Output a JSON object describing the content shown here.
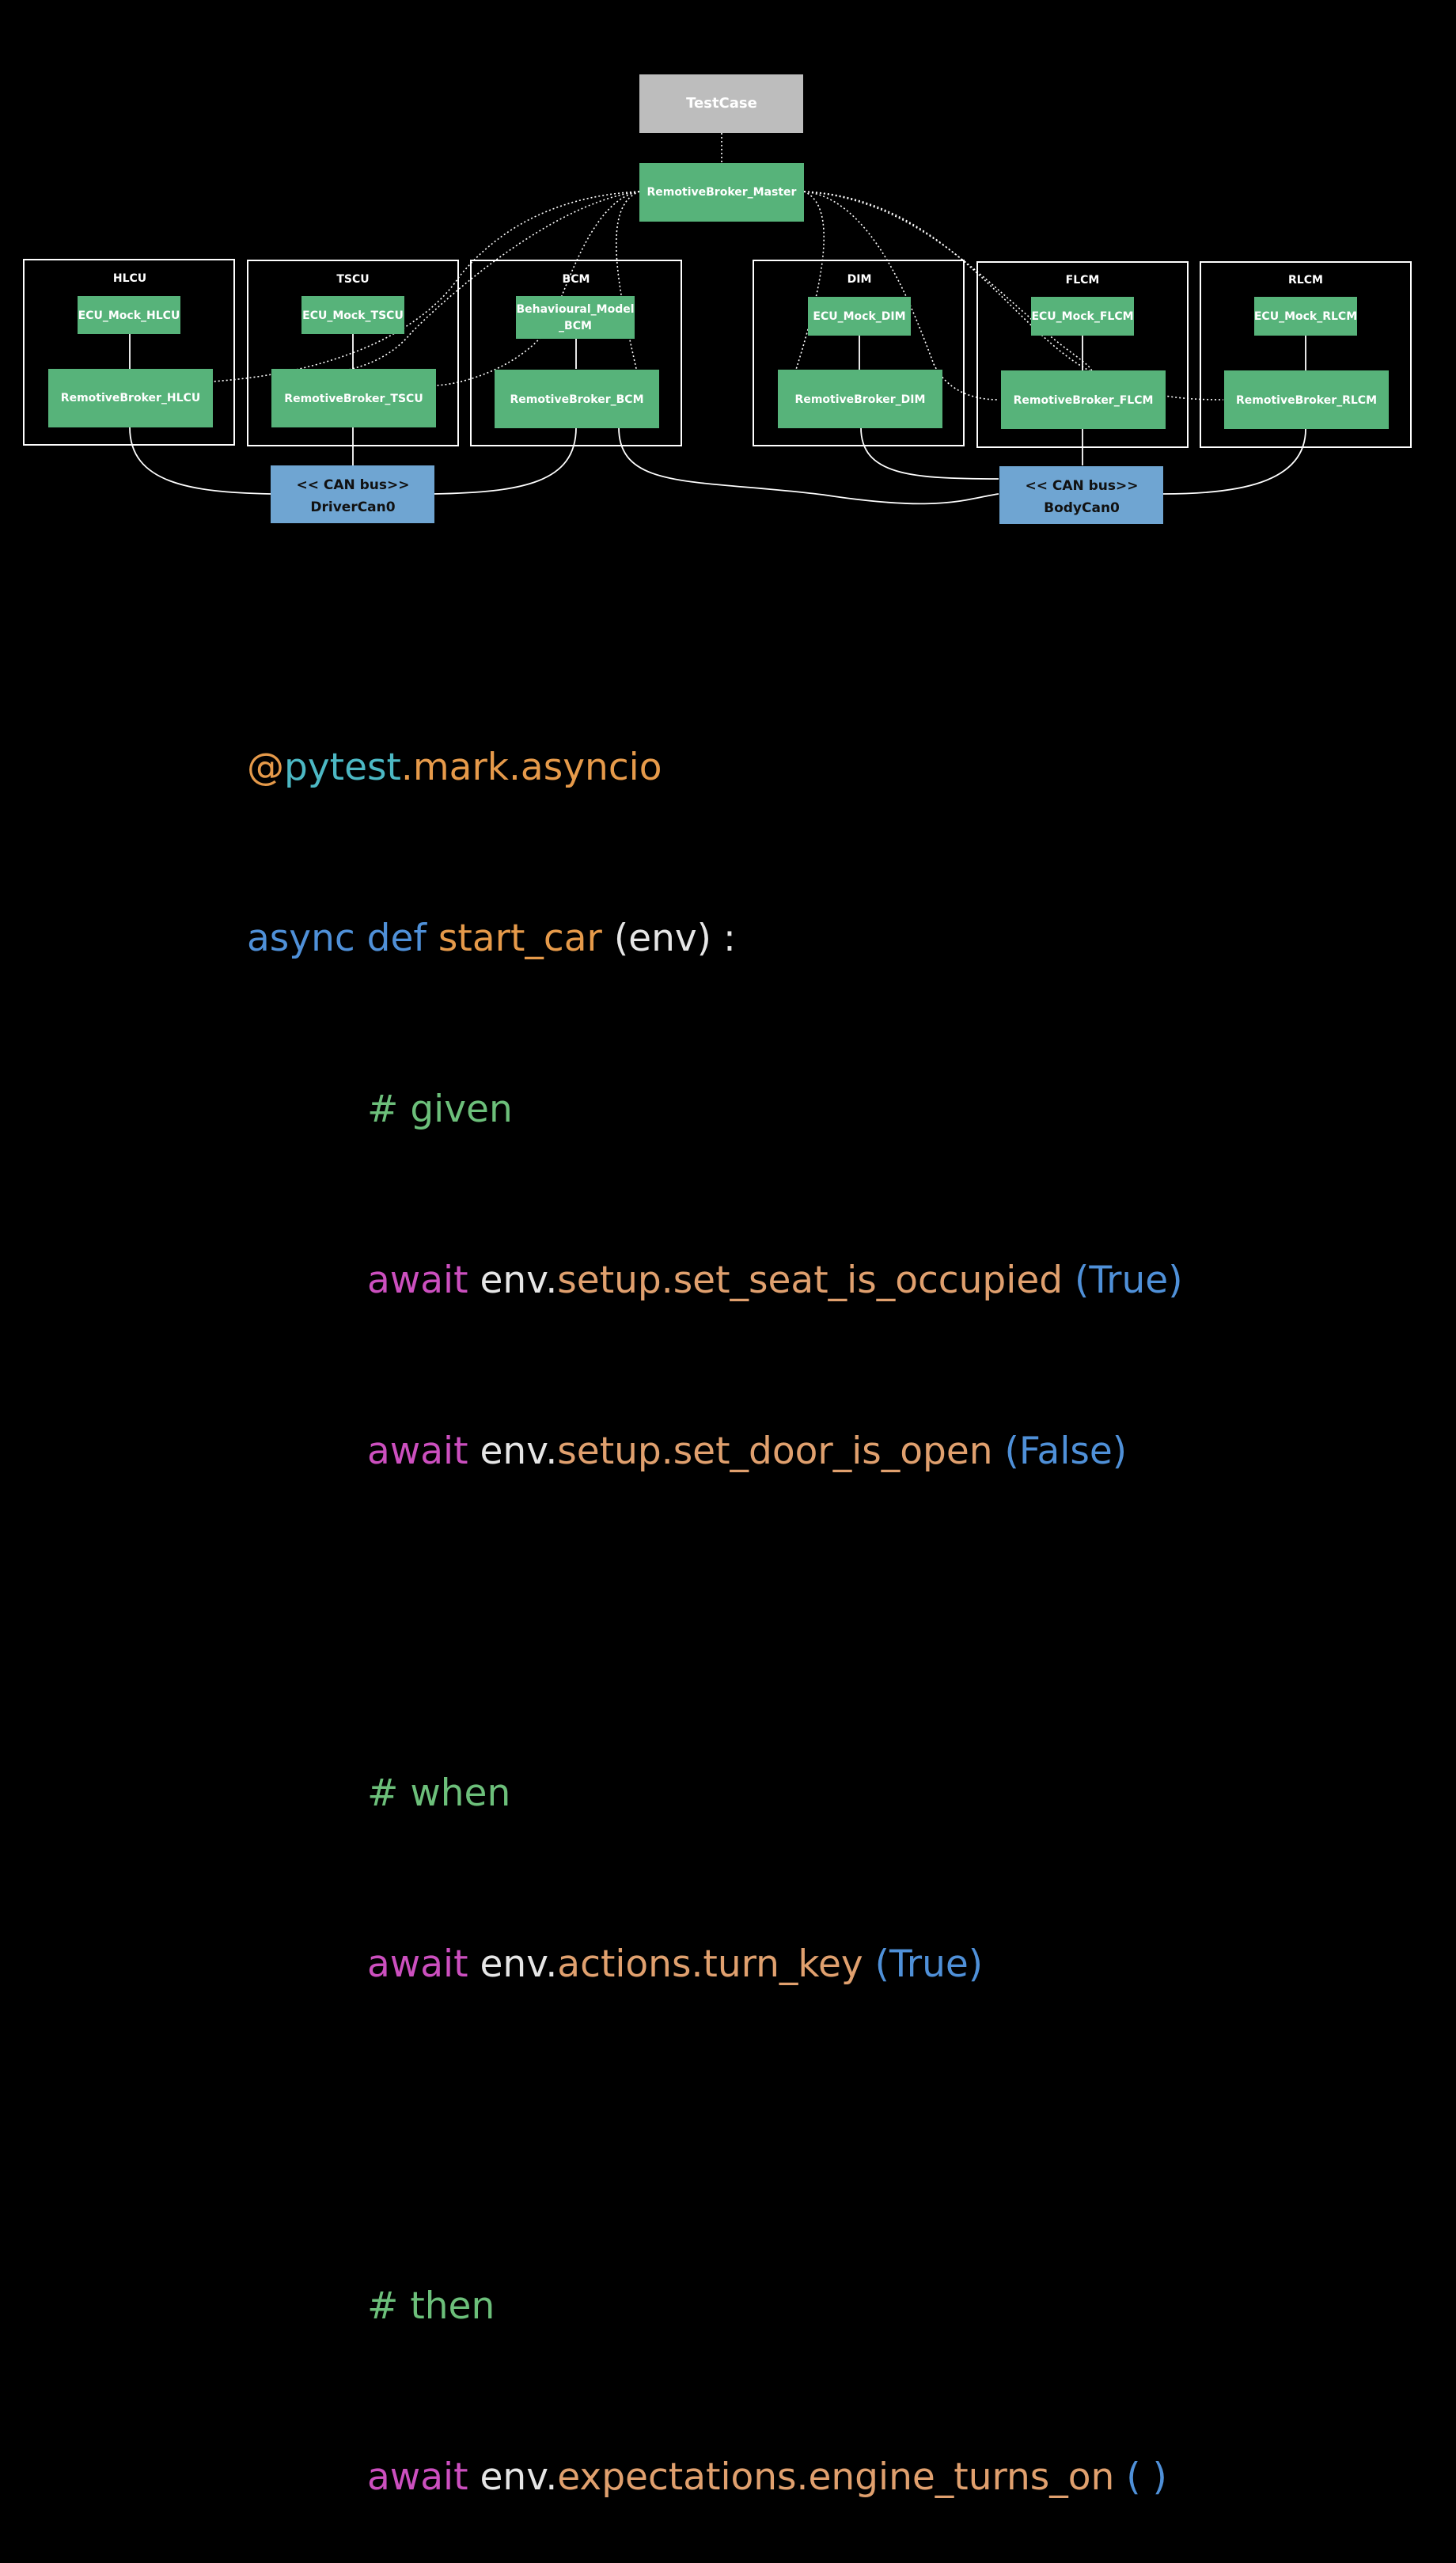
{
  "colors": {
    "background": "#000000",
    "testcase_fill": "#bdbdbd",
    "broker_fill": "#57b37a",
    "bus_fill": "#6fa5d2",
    "group_border": "#ffffff",
    "link": "#ffffff",
    "code_decorator": "#e69a4a",
    "code_module": "#4cb8c4",
    "code_keyword": "#4f90d8",
    "code_function": "#e69a4a",
    "code_plain": "#e6e6e6",
    "code_comment": "#6cbf7a",
    "code_await": "#cc4fbf",
    "code_call": "#e0a06e",
    "code_args": "#4f90d8"
  },
  "diagram": {
    "testcase": "TestCase",
    "master": "RemotiveBroker_Master",
    "groups": [
      {
        "name": "HLCU",
        "inner": "ECU_Mock_HLCU",
        "broker": "RemotiveBroker_HLCU"
      },
      {
        "name": "TSCU",
        "inner": "ECU_Mock_TSCU",
        "broker": "RemotiveBroker_TSCU"
      },
      {
        "name": "BCM",
        "inner_line1": "Behavioural_Model",
        "inner_line2": "_BCM",
        "broker": "RemotiveBroker_BCM"
      },
      {
        "name": "DIM",
        "inner": "ECU_Mock_DIM",
        "broker": "RemotiveBroker_DIM"
      },
      {
        "name": "FLCM",
        "inner": "ECU_Mock_FLCM",
        "broker": "RemotiveBroker_FLCM"
      },
      {
        "name": "RLCM",
        "inner": "ECU_Mock_RLCM",
        "broker": "RemotiveBroker_RLCM"
      }
    ],
    "buses": [
      {
        "stereotype": "<< CAN bus>>",
        "name": "DriverCan0"
      },
      {
        "stereotype": "<< CAN bus>>",
        "name": "BodyCan0"
      }
    ]
  },
  "code": {
    "l1_at": "@",
    "l1_module": "pytest",
    "l1_rest": ".mark.asyncio",
    "l2_async": "async def",
    "l2_func": "start_car",
    "l2_sig": "(env) :",
    "given": "# given",
    "await": "await",
    "env": "env.",
    "seat_call": "setup.set_seat_is_occupied",
    "seat_args": "(True)",
    "door_call": "setup.set_door_is_open",
    "door_args": "(False)",
    "when": "# when",
    "key_call": "actions.turn_key",
    "key_args": "(True)",
    "then": "# then",
    "engine_call": "expectations.engine_turns_on",
    "engine_args": "( )"
  }
}
